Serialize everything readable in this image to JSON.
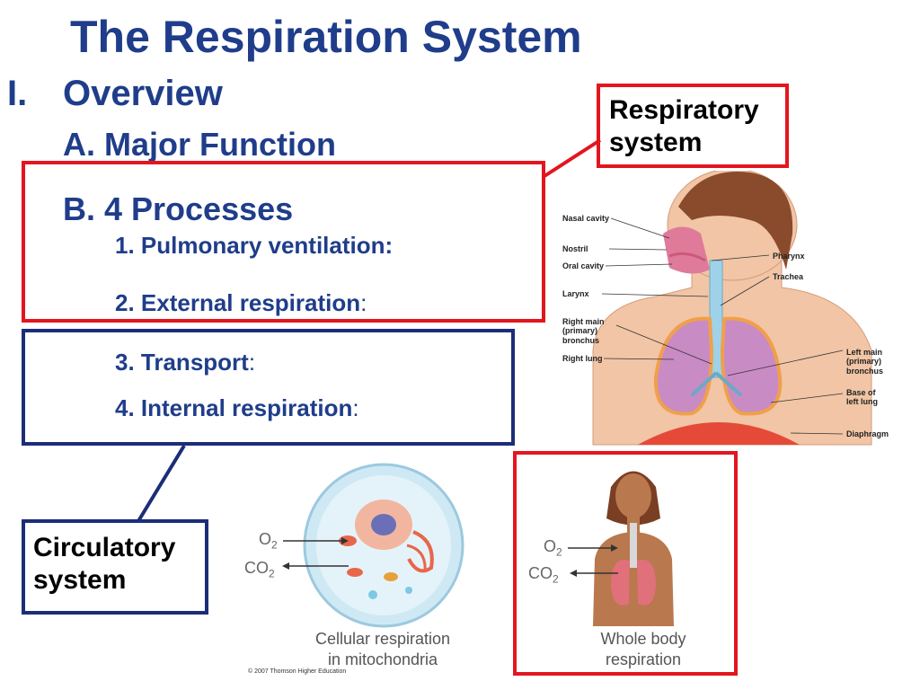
{
  "slide": {
    "title": "The Respiration System",
    "section_num": "I.",
    "section_label": "Overview",
    "sub_a": "A.  Major Function",
    "sub_b": "B.  4 Processes",
    "processes": [
      {
        "label": "1.  Pulmonary ventilation",
        "suffix": ":"
      },
      {
        "label": "2.  External respiration",
        "suffix": ":"
      },
      {
        "label": "3.  Transport",
        "suffix": ":"
      },
      {
        "label": "4.  Internal respiration",
        "suffix": ":"
      }
    ],
    "respiratory_box": {
      "line1": "Respiratory",
      "line2": "system"
    },
    "circulatory_box": {
      "line1": "Circulatory",
      "line2": "system"
    }
  },
  "diagram": {
    "labels_left": [
      "Nasal cavity",
      "Nostril",
      "Oral cavity",
      "Larynx",
      "Right main",
      "(primary)",
      "bronchus",
      "Right lung"
    ],
    "labels_right": [
      "Pharynx",
      "Trachea",
      "Left main",
      "(primary)",
      "bronchus",
      "Base of",
      "left lung",
      "Diaphragm"
    ]
  },
  "cell_panel": {
    "o2": "O",
    "o2_sub": "2",
    "co2": "CO",
    "co2_sub": "2",
    "caption1": "Cellular respiration",
    "caption2": "in mitochondria",
    "copyright": "© 2007 Thomson Higher Education"
  },
  "body_panel": {
    "o2": "O",
    "o2_sub": "2",
    "co2": "CO",
    "co2_sub": "2",
    "caption1": "Whole body",
    "caption2": "respiration"
  },
  "colors": {
    "title": "#1f3d8a",
    "red_box": "#e3151f",
    "blue_box": "#1c2d78"
  }
}
